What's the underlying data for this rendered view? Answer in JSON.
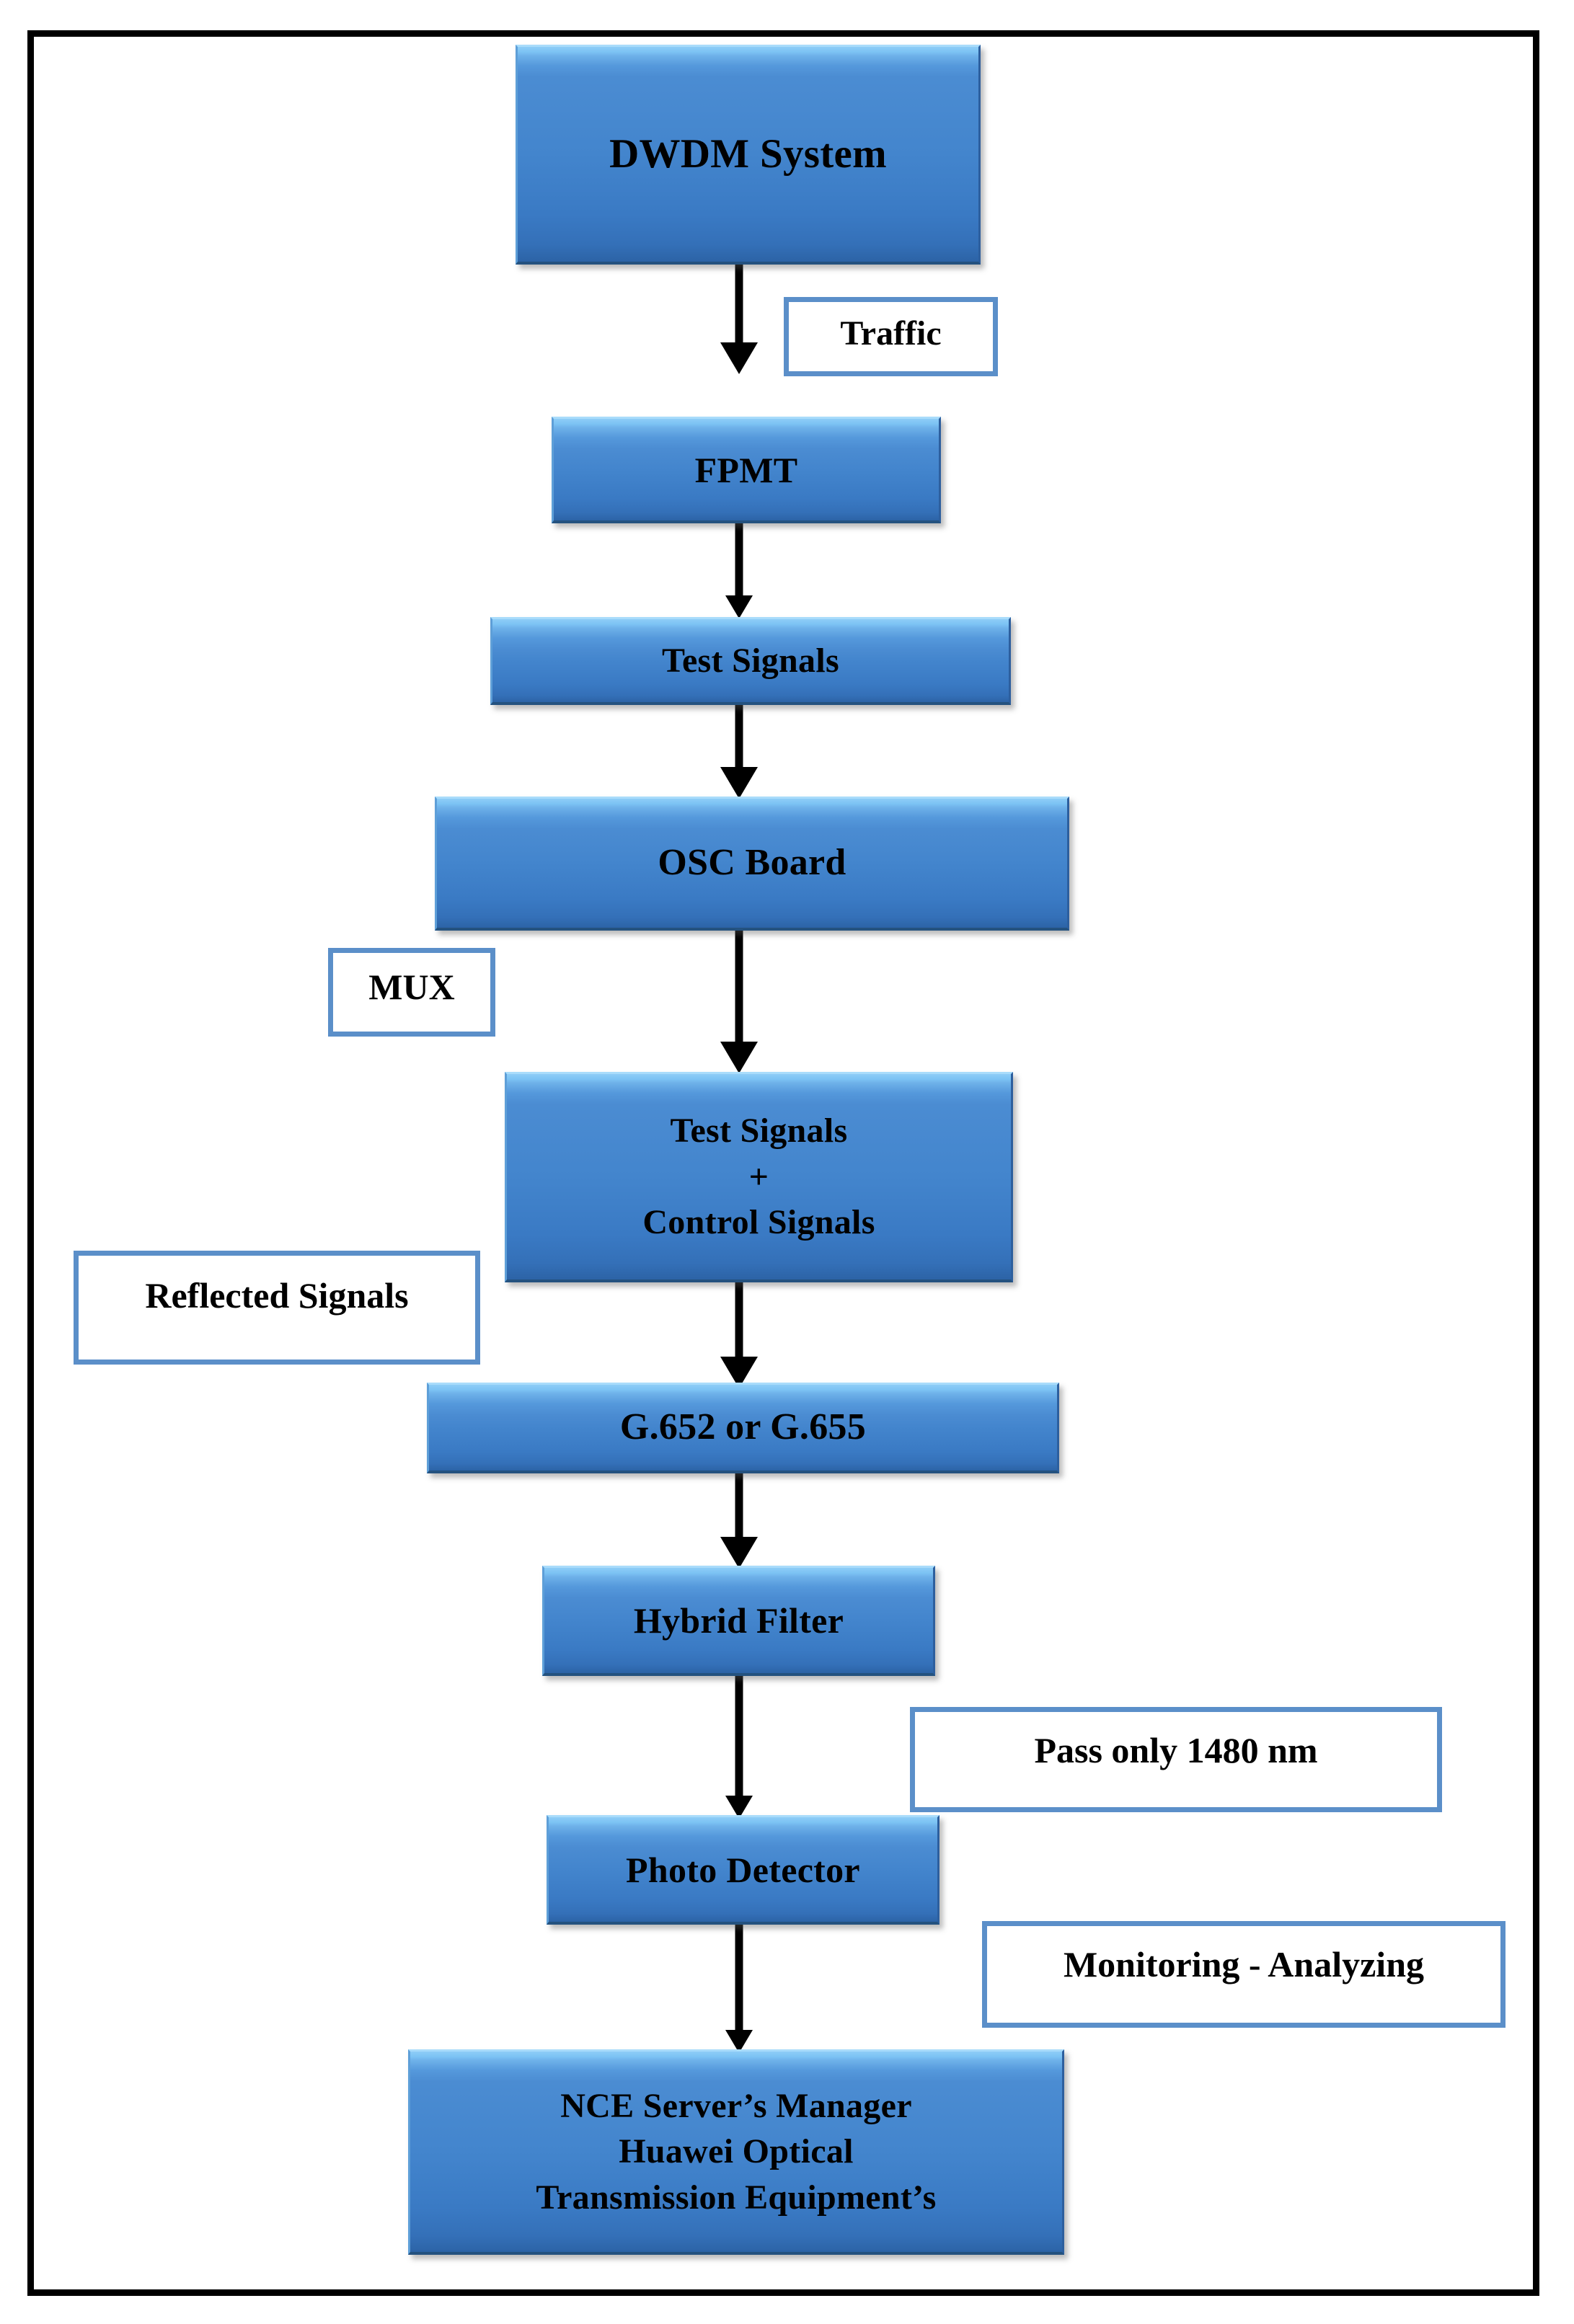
{
  "diagram": {
    "title": "DWDM optical test signal monitoring flow",
    "colors": {
      "node_fill": "#4385cd",
      "node_highlight": "#8ecdf7",
      "node_shadow": "#24527f",
      "label_border": "#5b8fc9",
      "label_fill": "#ffffff",
      "arrow": "#000000",
      "frame": "#000000",
      "text": "#000000"
    },
    "nodes": [
      {
        "id": "dwdm-system",
        "label": "DWDM System"
      },
      {
        "id": "fpmt",
        "label": "FPMT"
      },
      {
        "id": "test-signals",
        "label": "Test Signals"
      },
      {
        "id": "osc-board",
        "label": "OSC Board"
      },
      {
        "id": "test-plus-control",
        "line1": "Test Signals",
        "line2": "+",
        "line3": "Control Signals"
      },
      {
        "id": "fiber-type",
        "label": "G.652 or G.655"
      },
      {
        "id": "hybrid-filter",
        "label": "Hybrid Filter"
      },
      {
        "id": "photo-detector",
        "label": "Photo Detector"
      },
      {
        "id": "nce-server",
        "line1": "NCE Server’s Manager",
        "line2": "Huawei Optical",
        "line3": "Transmission Equipment’s"
      }
    ],
    "annotations": [
      {
        "id": "traffic",
        "label": "Traffic"
      },
      {
        "id": "mux",
        "label": "MUX"
      },
      {
        "id": "reflected-signals",
        "label": "Reflected Signals"
      },
      {
        "id": "pass-only-1480",
        "label": "Pass only 1480 nm"
      },
      {
        "id": "monitoring",
        "label": "Monitoring - Analyzing"
      }
    ],
    "edges": [
      {
        "from": "dwdm-system",
        "to": "fpmt",
        "label": "Traffic"
      },
      {
        "from": "fpmt",
        "to": "test-signals",
        "label": ""
      },
      {
        "from": "test-signals",
        "to": "osc-board",
        "label": ""
      },
      {
        "from": "osc-board",
        "to": "test-plus-control",
        "label": "MUX"
      },
      {
        "from": "test-plus-control",
        "to": "fiber-type",
        "label": "Reflected Signals"
      },
      {
        "from": "fiber-type",
        "to": "hybrid-filter",
        "label": ""
      },
      {
        "from": "hybrid-filter",
        "to": "photo-detector",
        "label": "Pass only 1480 nm"
      },
      {
        "from": "photo-detector",
        "to": "nce-server",
        "label": "Monitoring - Analyzing"
      }
    ]
  }
}
